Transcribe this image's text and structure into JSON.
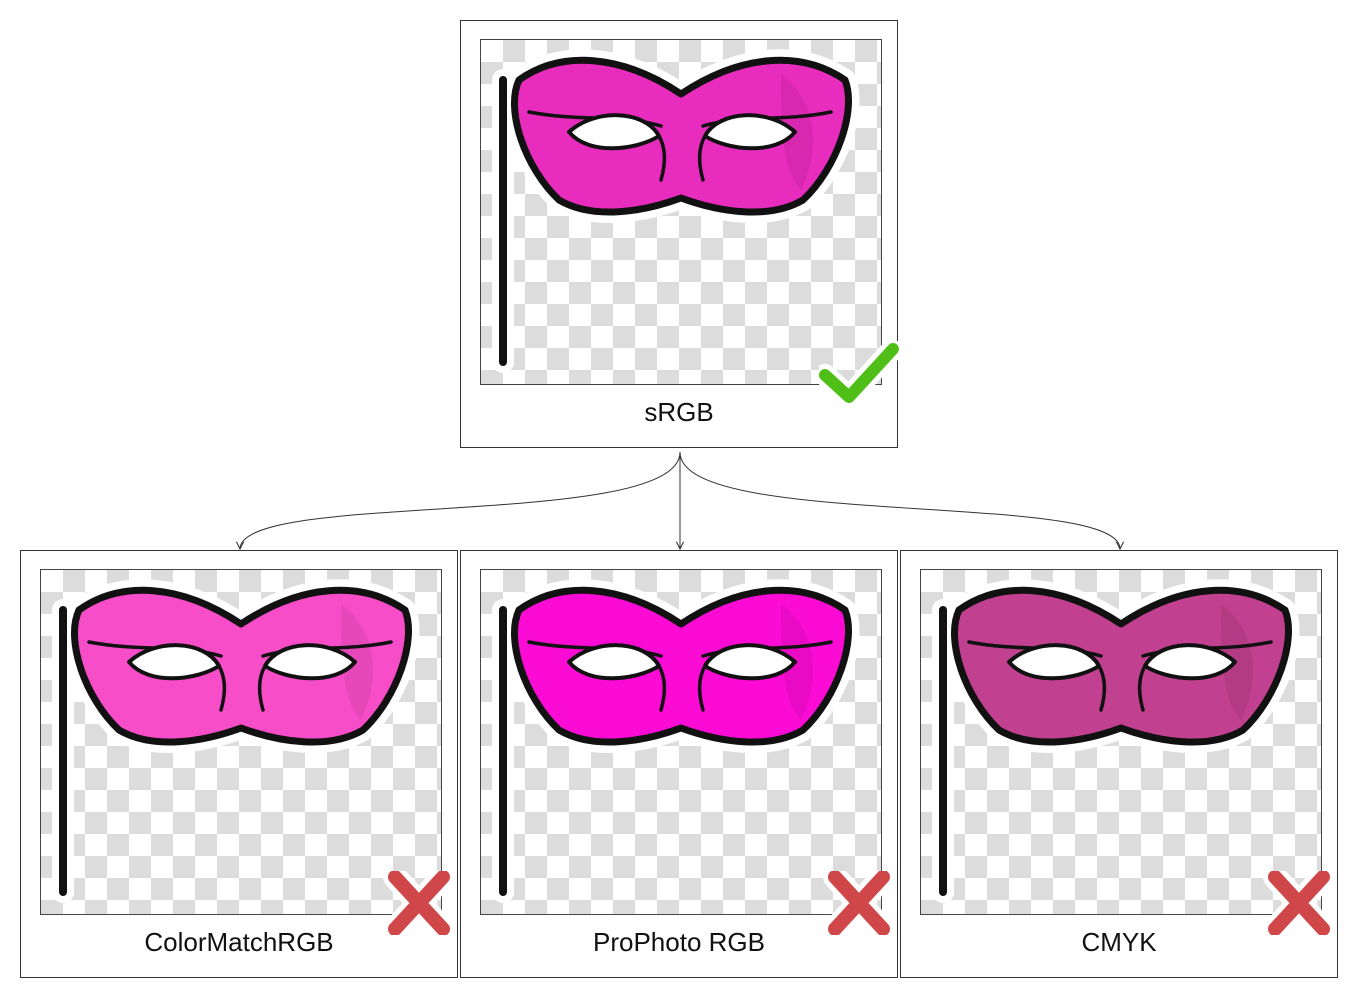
{
  "nodes": [
    {
      "id": "top",
      "label": "sRGB",
      "mask_color": "#e82cbd",
      "status": "check-icon"
    },
    {
      "id": "bl",
      "label": "ColorMatchRGB",
      "mask_color": "#f84dc8",
      "status": "cross-icon"
    },
    {
      "id": "bc",
      "label": "ProPhoto RGB",
      "mask_color": "#fb0bd4",
      "status": "cross-icon"
    },
    {
      "id": "br",
      "label": "CMYK",
      "mask_color": "#c1408f",
      "status": "cross-icon"
    }
  ],
  "colors": {
    "check": "#4fbe16",
    "cross": "#d0474a",
    "outline": "#111111",
    "connector": "#333333"
  }
}
